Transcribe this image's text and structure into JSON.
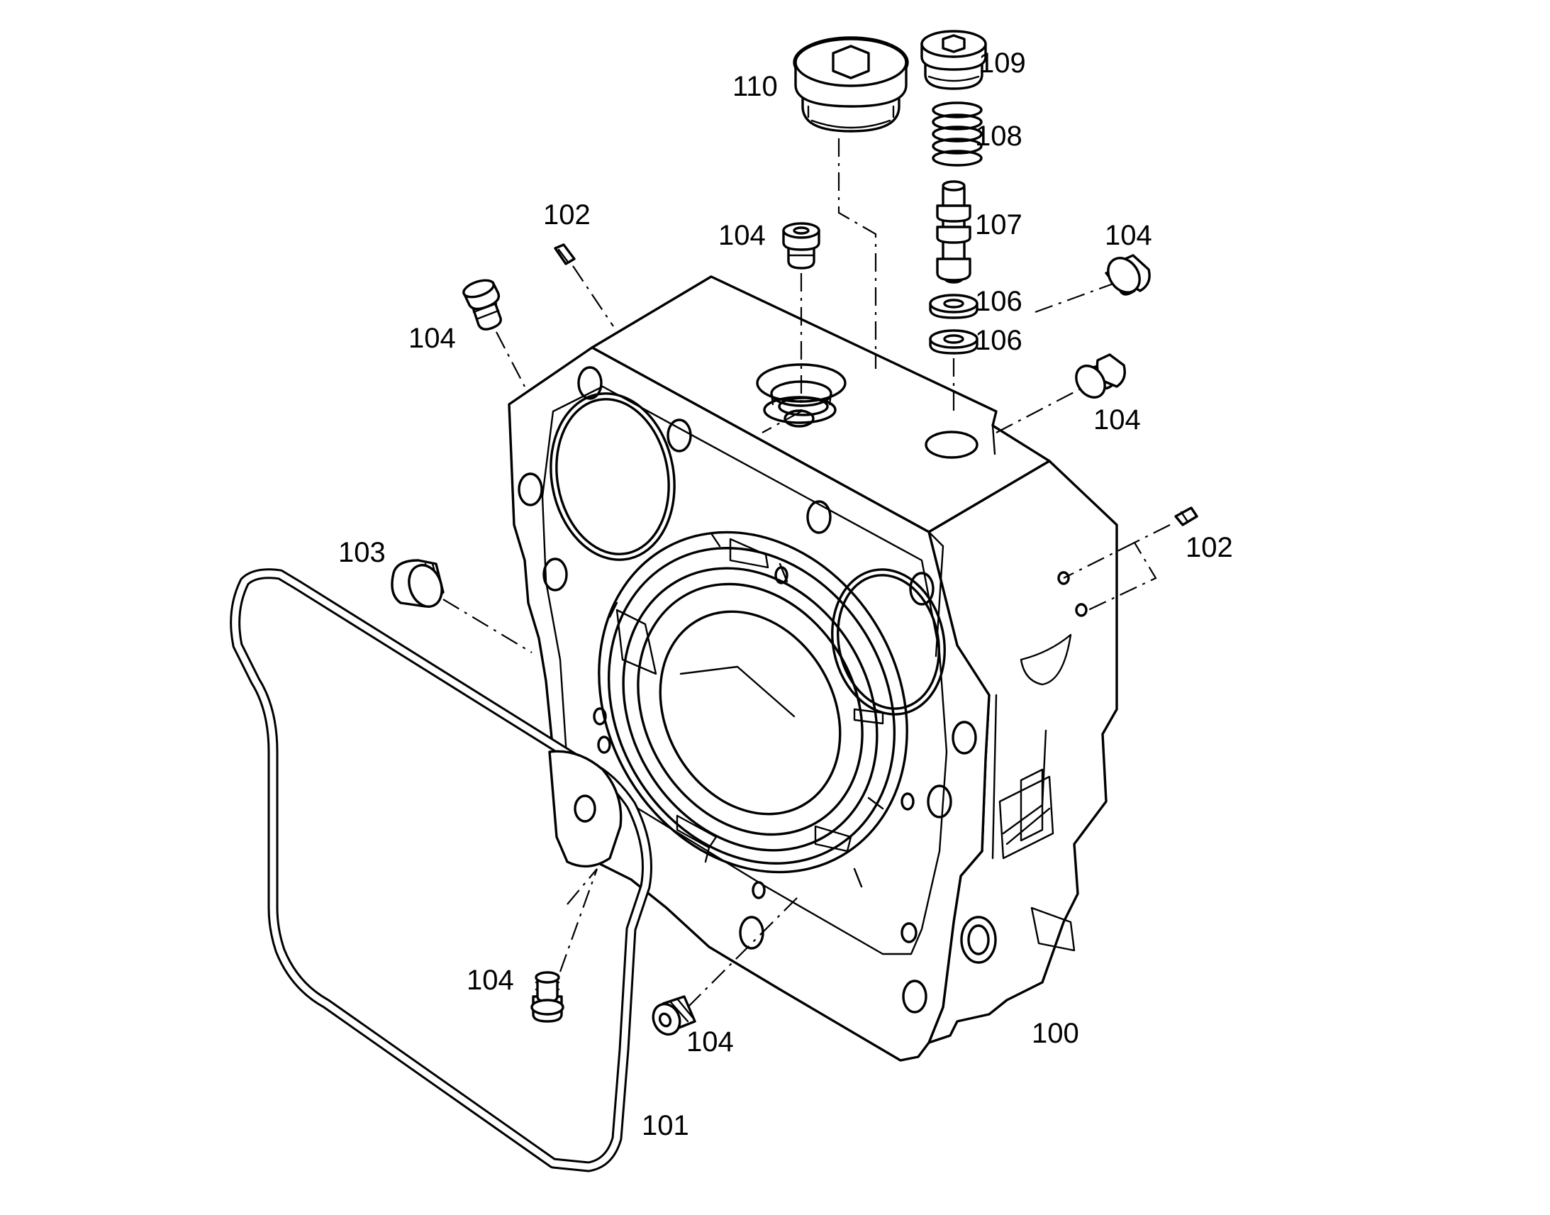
{
  "diagram": {
    "labels": {
      "p100": "100",
      "p101": "101",
      "p102a": "102",
      "p102b": "102",
      "p103": "103",
      "p104a": "104",
      "p104b": "104",
      "p104c": "104",
      "p104d": "104",
      "p104e": "104",
      "p104f": "104",
      "p106a": "106",
      "p106b": "106",
      "p107": "107",
      "p108": "108",
      "p109": "109",
      "p110": "110"
    },
    "colors": {
      "line": "#000000",
      "background": "#ffffff"
    }
  }
}
